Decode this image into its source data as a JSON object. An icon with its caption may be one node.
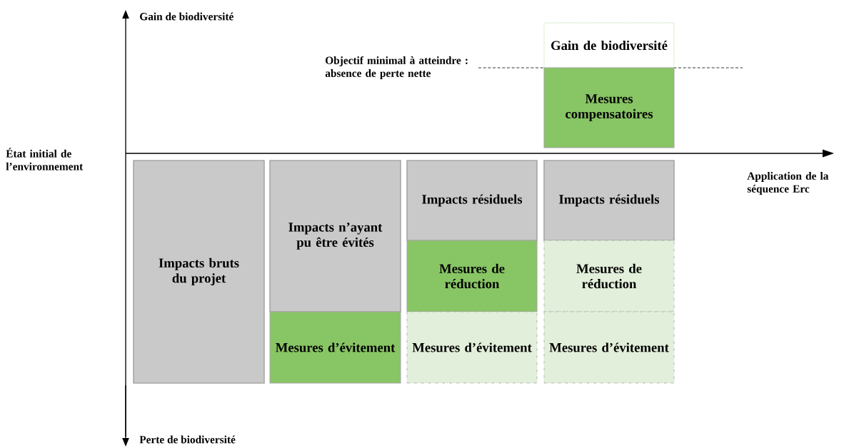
{
  "diagram": {
    "nodes": [
      {
        "text": [
          "Impacts bruts du projet"
        ]
      },
      {
        "text": [
          "Impacts n’ayant pu être évités"
        ]
      },
      {
        "text": [
          "Mesures d’évitement"
        ]
      },
      {
        "text": [
          "Impacts résiduels"
        ]
      },
      {
        "text": [
          "Mesures de réduction"
        ]
      },
      {
        "text": [
          "Mesures d’évitement"
        ]
      },
      {
        "text": [
          "Gain de biodiversité"
        ]
      },
      {
        "text": [
          "Mesures compensatoires"
        ]
      },
      {
        "text": [
          "Impacts résiduels"
        ]
      },
      {
        "text": [
          "Mesures de réduction"
        ]
      },
      {
        "text": [
          "Mesures d’évitement"
        ]
      }
    ],
    "labels": [
      "Gain de biodiversité",
      "Objectif minimal à atteindre : absence de perte nette",
      "État initial de l’environnement",
      "Application de la séquence Erc",
      "Perte de biodiversité"
    ]
  }
}
